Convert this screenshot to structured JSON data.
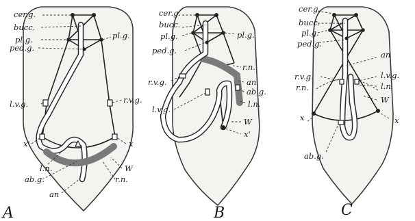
{
  "panels": [
    {
      "caption": "A",
      "labels": {
        "cerg": "cer.g.",
        "bucc": "bucc.",
        "plg_left": "pl.g.",
        "plg_right": "pl.g.",
        "pedg": "ped.g.",
        "lvg": "l.v.g.",
        "rvg": "r.v.g.",
        "x_left": "x'",
        "x_right": "x",
        "ln": "l.n.",
        "W": "W",
        "abg": "ab.g.",
        "an": "an",
        "rn": "r.n."
      }
    },
    {
      "caption": "B",
      "labels": {
        "cerg": "cer.g.",
        "bucc": "bucc.",
        "plg_left": "pl.g.",
        "plg_right": "pl.g.",
        "pedg": "ped.g.",
        "rn": "r.n.",
        "rvg": "r.v.g.",
        "an": "an",
        "abg": "ab.g.",
        "ln": "l.n.",
        "lvg": "l.v.g.",
        "W": "W",
        "x": "x'"
      }
    },
    {
      "caption": "C",
      "labels": {
        "cerg": "cer.g.",
        "bucc": "bucc.",
        "plg": "pl.g.",
        "pedg": "ped.g.",
        "an": "an",
        "rvg": "r.v.g.",
        "lvg": "l.v.g.",
        "rn": "r.n.",
        "ln": "l.n.",
        "W": "W",
        "x_left": "x",
        "x_right": "x",
        "abg": "ab.g."
      }
    }
  ]
}
